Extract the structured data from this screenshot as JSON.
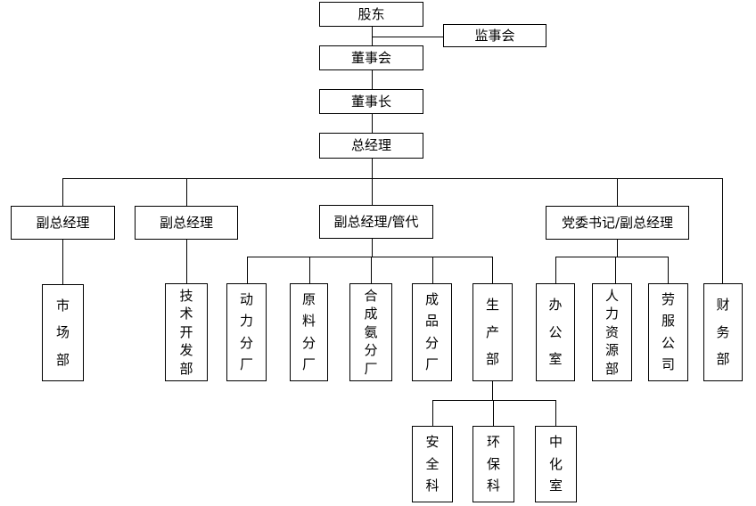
{
  "org_chart": {
    "title": "company-organization-chart",
    "nodes": {
      "shareholders": "股东",
      "supervisory_board": "监事会",
      "board_of_directors": "董事会",
      "chairman": "董事长",
      "general_manager": "总经理",
      "deputy_gm_1": "副总经理",
      "deputy_gm_2": "副总经理",
      "deputy_gm_mgmt_rep": "副总经理/管代",
      "party_secretary_deputy_gm": "党委书记/副总经理",
      "marketing_dept": "市场部",
      "tech_dev_dept": "技术开发部",
      "power_branch": "动力分厂",
      "raw_material_branch": "原料分厂",
      "synthetic_ammonia_branch": "合成氨分厂",
      "finished_product_branch": "成品分厂",
      "production_dept": "生产部",
      "general_office": "办公室",
      "hr_dept": "人力资源部",
      "labor_service_company": "劳服公司",
      "finance_dept": "财务部",
      "safety_section": "安全科",
      "environment_section": "环保科",
      "central_lab": "中化室"
    },
    "edges": [
      [
        "shareholders",
        "supervisory_board"
      ],
      [
        "shareholders",
        "board_of_directors"
      ],
      [
        "board_of_directors",
        "chairman"
      ],
      [
        "chairman",
        "general_manager"
      ],
      [
        "general_manager",
        "deputy_gm_1"
      ],
      [
        "general_manager",
        "deputy_gm_2"
      ],
      [
        "general_manager",
        "deputy_gm_mgmt_rep"
      ],
      [
        "general_manager",
        "party_secretary_deputy_gm"
      ],
      [
        "general_manager",
        "finance_dept"
      ],
      [
        "deputy_gm_1",
        "marketing_dept"
      ],
      [
        "deputy_gm_2",
        "tech_dev_dept"
      ],
      [
        "deputy_gm_mgmt_rep",
        "power_branch"
      ],
      [
        "deputy_gm_mgmt_rep",
        "raw_material_branch"
      ],
      [
        "deputy_gm_mgmt_rep",
        "synthetic_ammonia_branch"
      ],
      [
        "deputy_gm_mgmt_rep",
        "finished_product_branch"
      ],
      [
        "deputy_gm_mgmt_rep",
        "production_dept"
      ],
      [
        "party_secretary_deputy_gm",
        "general_office"
      ],
      [
        "party_secretary_deputy_gm",
        "hr_dept"
      ],
      [
        "party_secretary_deputy_gm",
        "labor_service_company"
      ],
      [
        "production_dept",
        "safety_section"
      ],
      [
        "production_dept",
        "environment_section"
      ],
      [
        "production_dept",
        "central_lab"
      ]
    ],
    "colors": {
      "line": "#000000",
      "box_border": "#000000",
      "box_background": "#ffffff",
      "text": "#000000",
      "page_background": "#ffffff"
    }
  }
}
